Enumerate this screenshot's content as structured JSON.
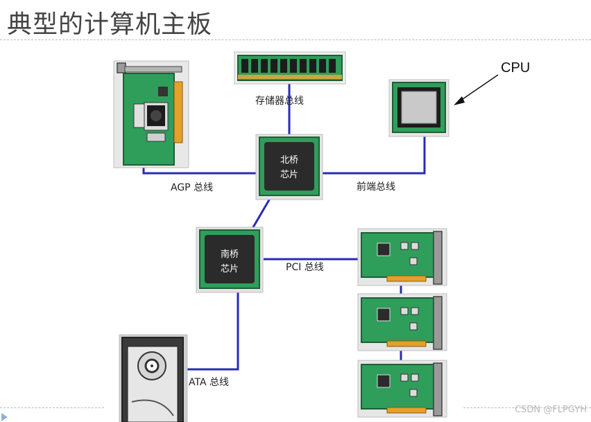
{
  "slide": {
    "title": "典型的计算机主板",
    "watermark": "CSDN @FLPGYH"
  },
  "diagram": {
    "northbridge": {
      "line1": "北桥",
      "line2": "芯片"
    },
    "southbridge": {
      "line1": "南桥",
      "line2": "芯片"
    },
    "cpu_label": "CPU",
    "bus_labels": {
      "memory": "存储器总线",
      "agp": "AGP 总线",
      "front": "前端总线",
      "pci": "PCI 总线",
      "ata": "ATA 总线"
    },
    "colors": {
      "bus": "#2a2ab5",
      "board_green": "#2f9e5b",
      "chip_dark": "#2b2b2b"
    }
  }
}
